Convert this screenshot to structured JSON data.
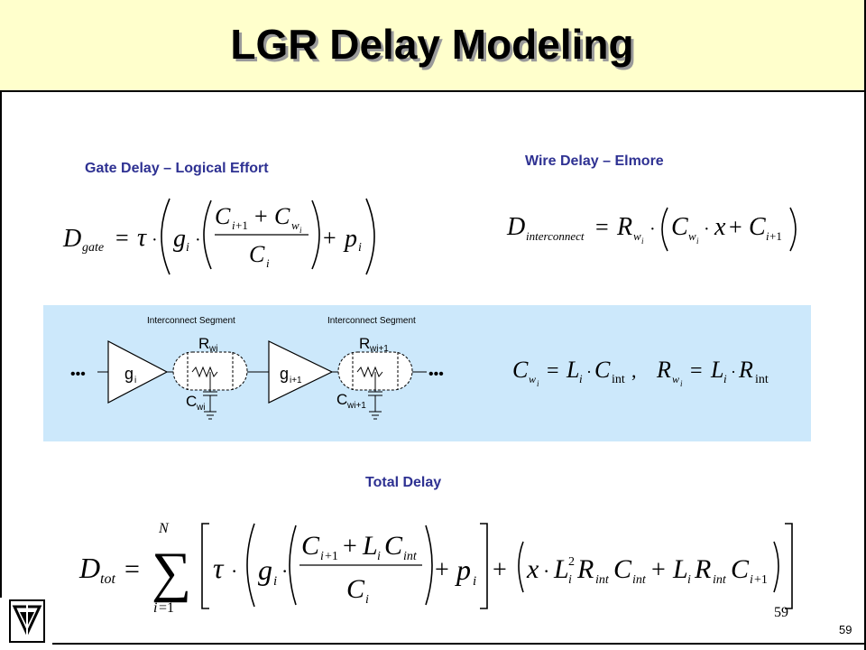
{
  "slide": {
    "title": "LGR Delay Modeling",
    "page_number_serif": "59",
    "page_number": "59"
  },
  "sections": {
    "gate_delay": "Gate Delay – Logical Effort",
    "wire_delay": "Wire Delay – Elmore",
    "total_delay": "Total Delay"
  },
  "circuit": {
    "segment_label_1": "Interconnect Segment",
    "segment_label_2": "Interconnect Segment",
    "gate_1": "g",
    "gate_1_sub": "i",
    "gate_2": "g",
    "gate_2_sub": "i+1",
    "r_1": "R",
    "r_1_sub": "wi",
    "r_2": "R",
    "r_2_sub": "wi+1",
    "c_1": "C",
    "c_1_sub": "wi",
    "c_2": "C",
    "c_2_sub": "wi+1",
    "ellipsis": "•••"
  },
  "colors": {
    "header_bg": "#ffffcc",
    "heading_text": "#2e3192",
    "band_bg": "#cce8fb"
  }
}
